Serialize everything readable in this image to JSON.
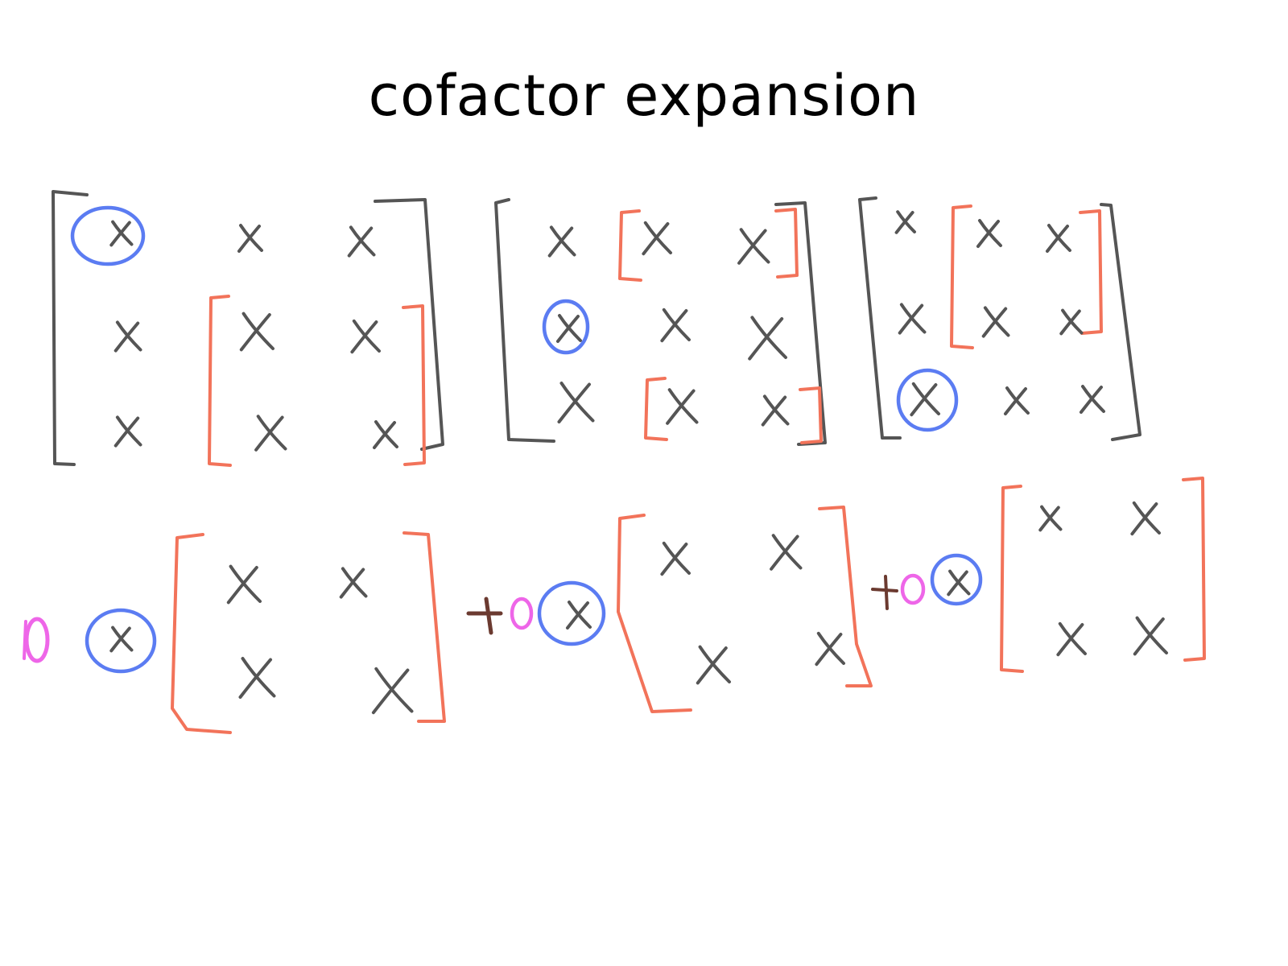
{
  "title": "cofactor expansion",
  "colors": {
    "entry_ink": "#555555",
    "minor_bracket": "#f2735a",
    "pivot_circle": "#5b7cf2",
    "coefficient_zero": "#ee66e8",
    "plus_sign": "#6b3a30"
  },
  "icons": [
    "handwritten-x",
    "pivot-circle",
    "minor-bracket",
    "matrix-bracket",
    "zero-coefficient",
    "plus-sign"
  ],
  "upper_row": [
    {
      "matrix": "3x3",
      "pivot": [
        1,
        1
      ],
      "minor_rows": [
        2,
        3
      ],
      "minor_cols": [
        2,
        3
      ]
    },
    {
      "matrix": "3x3",
      "pivot": [
        2,
        1
      ],
      "minor_rows": [
        1,
        3
      ],
      "minor_cols": [
        2,
        3
      ]
    },
    {
      "matrix": "3x3",
      "pivot": [
        3,
        1
      ],
      "minor_rows": [
        1,
        2
      ],
      "minor_cols": [
        2,
        3
      ]
    }
  ],
  "lower_row": {
    "terms": 3,
    "coefficient": "0",
    "operator": "+"
  }
}
